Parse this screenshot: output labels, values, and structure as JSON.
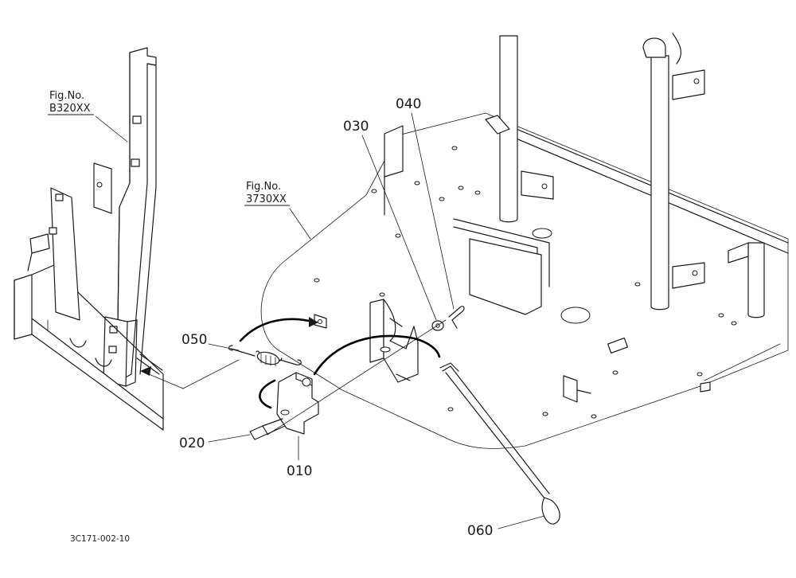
{
  "drawing_code": "3C171-002-10",
  "figure_refs": [
    {
      "id": "fig-ref-b320xx",
      "line1": "Fig.No.",
      "line2": "B320XX"
    },
    {
      "id": "fig-ref-3730xx",
      "line1": "Fig.No.",
      "line2": "3730XX"
    }
  ],
  "part_labels": [
    "010",
    "020",
    "030",
    "040",
    "050",
    "060"
  ]
}
